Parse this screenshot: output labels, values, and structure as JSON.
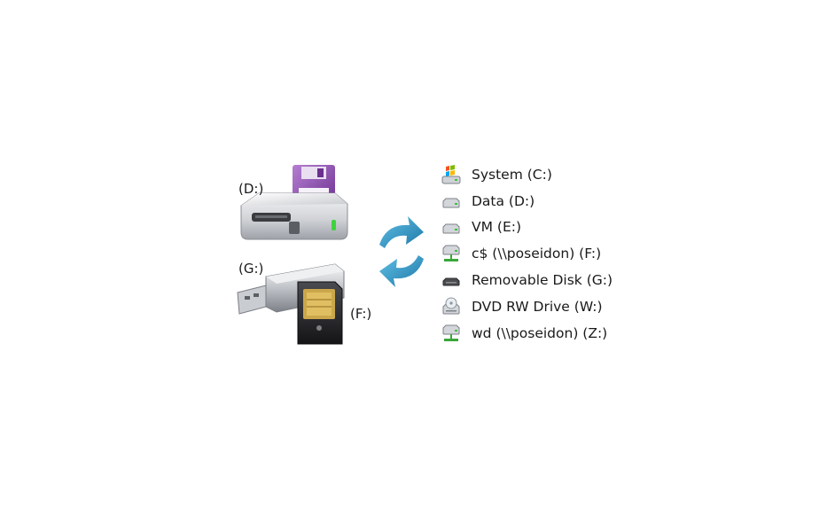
{
  "illustration": {
    "labels": {
      "d_drive": "(D:)",
      "g_drive": "(G:)",
      "f_drive": "(F:)"
    },
    "icons": [
      "floppy-drive-icon",
      "usb-flash-drive-icon",
      "sd-card-icon",
      "sync-arrows-icon"
    ],
    "colors": {
      "sync_arrows": "#2e8fbd",
      "floppy_purple": "#8e4fb0",
      "drive_body": "#d9dadc"
    }
  },
  "drive_list": {
    "items": [
      {
        "label": "System (C:)",
        "icon": "windows-system-drive-icon"
      },
      {
        "label": "Data (D:)",
        "icon": "hard-drive-icon"
      },
      {
        "label": "VM (E:)",
        "icon": "hard-drive-icon"
      },
      {
        "label": "c$ (\\\\poseidon) (F:)",
        "icon": "network-drive-icon"
      },
      {
        "label": "Removable Disk (G:)",
        "icon": "removable-disk-icon"
      },
      {
        "label": "DVD RW Drive (W:)",
        "icon": "dvd-drive-icon"
      },
      {
        "label": "wd (\\\\poseidon) (Z:)",
        "icon": "network-drive-icon"
      }
    ]
  }
}
